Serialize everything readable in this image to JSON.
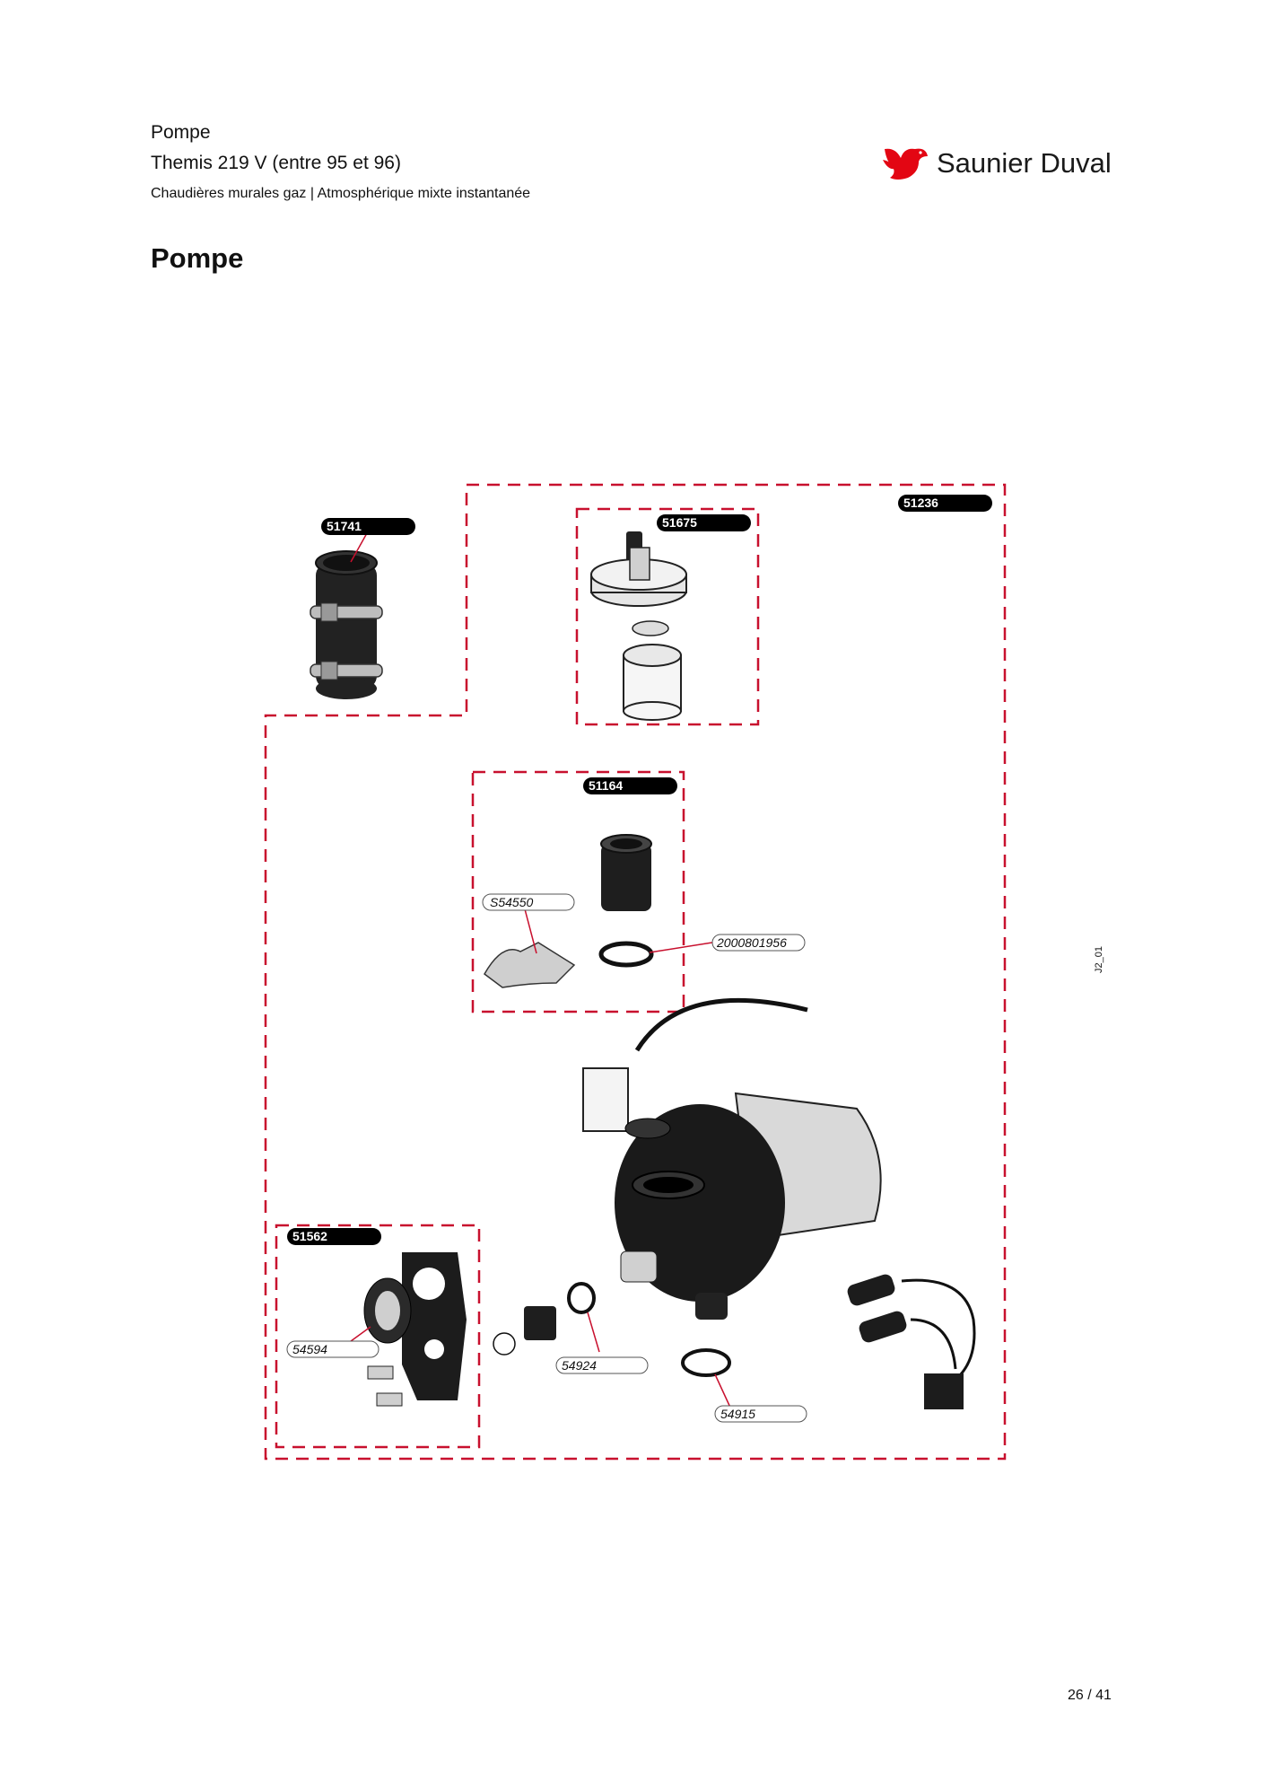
{
  "header": {
    "line1": "Pompe",
    "line2": "Themis 219 V (entre 95 et 96)",
    "line3": "Chaudières murales gaz | Atmosphérique mixte instantanée"
  },
  "brand": {
    "name": "Saunier Duval",
    "logo_icon": "bird-logo-icon",
    "color": "#e30613"
  },
  "page_title": "Pompe",
  "diagram": {
    "boundary_color": "#c8102e",
    "kits": [
      {
        "id": "kit-51236",
        "label": "51236"
      },
      {
        "id": "kit-51741",
        "label": "51741"
      },
      {
        "id": "kit-51675",
        "label": "51675"
      },
      {
        "id": "kit-51164",
        "label": "51164"
      },
      {
        "id": "kit-51562",
        "label": "51562"
      }
    ],
    "parts": [
      {
        "id": "part-s54550",
        "label": "S54550"
      },
      {
        "id": "part-2000801956",
        "label": "2000801956"
      },
      {
        "id": "part-54594",
        "label": "54594"
      },
      {
        "id": "part-54924",
        "label": "54924"
      },
      {
        "id": "part-54915",
        "label": "54915"
      }
    ],
    "sheet_ref": "J2_01"
  },
  "footer": {
    "page": "26 / 41"
  }
}
